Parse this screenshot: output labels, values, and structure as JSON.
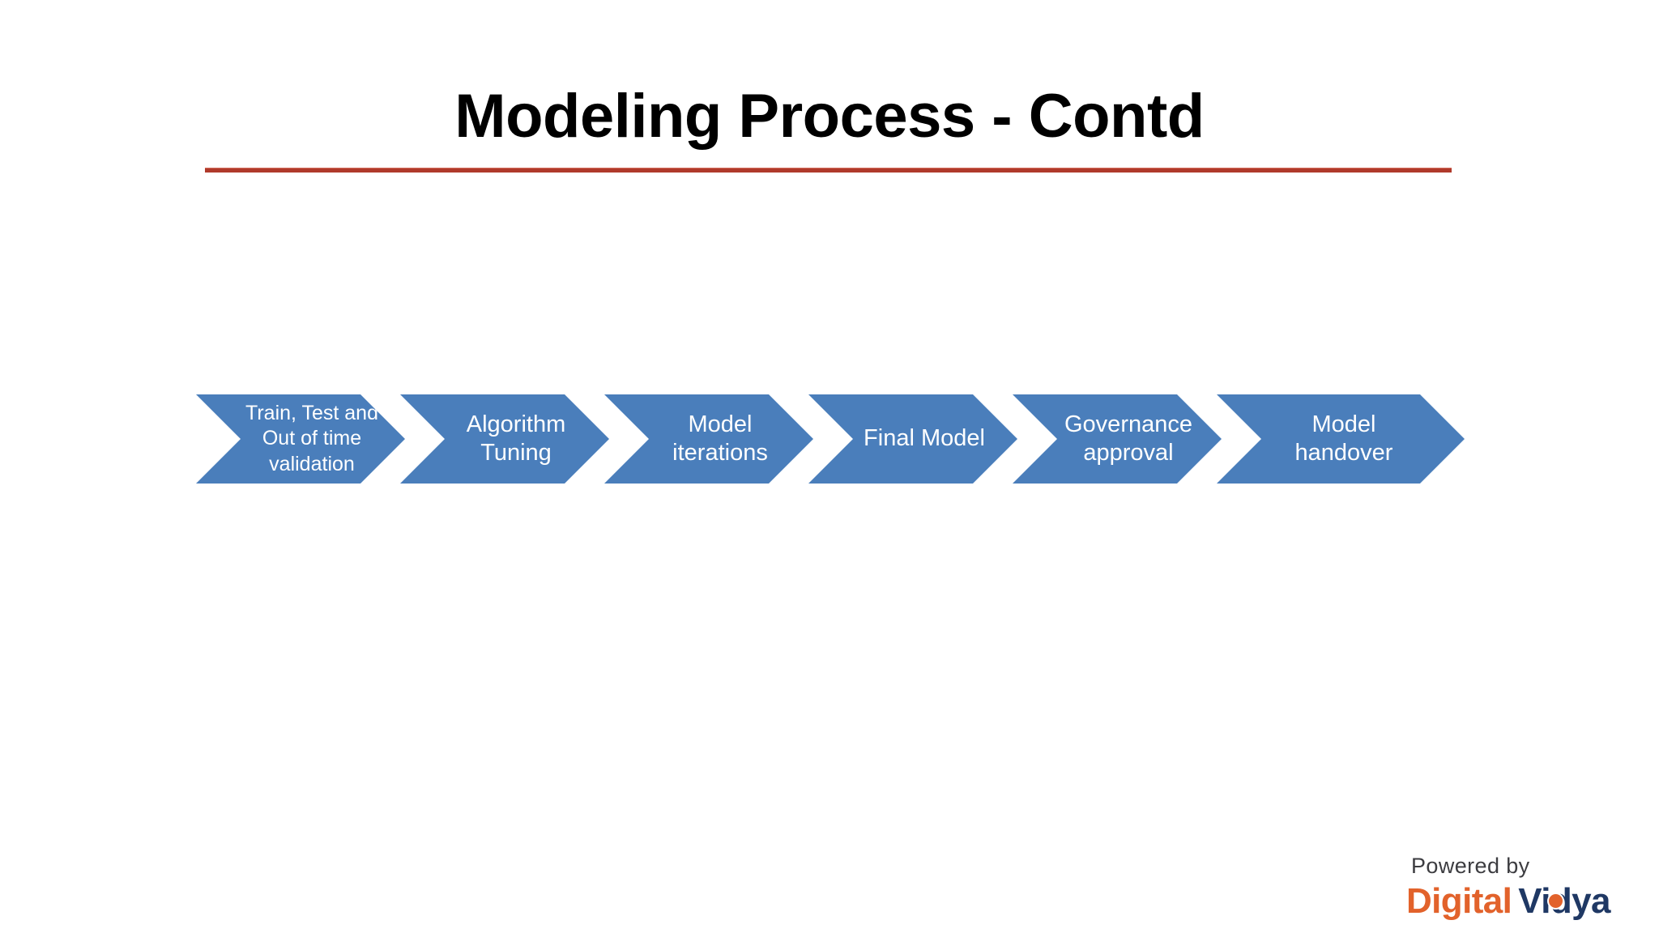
{
  "slide": {
    "title": "Modeling Process - Contd",
    "background_color": "#FFFFFF",
    "rule_color": "#B03A2B"
  },
  "process": {
    "accent_color": "#4A7EBB",
    "label_color": "#FFFFFF",
    "steps": [
      {
        "id": "train-test-out-of-time-validation",
        "lines": [
          "Train, Test and",
          "Out of time",
          "validation"
        ]
      },
      {
        "id": "algorithm-tuning",
        "lines": [
          "Algorithm",
          "Tuning"
        ]
      },
      {
        "id": "model-iterations",
        "lines": [
          "Model",
          "iterations"
        ]
      },
      {
        "id": "final-model",
        "lines": [
          "Final Model"
        ]
      },
      {
        "id": "governance-approval",
        "lines": [
          "Governance",
          "approval"
        ]
      },
      {
        "id": "model-handover",
        "lines": [
          "Model",
          "handover"
        ]
      }
    ]
  },
  "footer": {
    "powered_by": "Powered by",
    "brand_first": "Digital",
    "brand_second": "Vidya",
    "brand_first_color": "#E2622B",
    "brand_second_color": "#1F3864"
  }
}
